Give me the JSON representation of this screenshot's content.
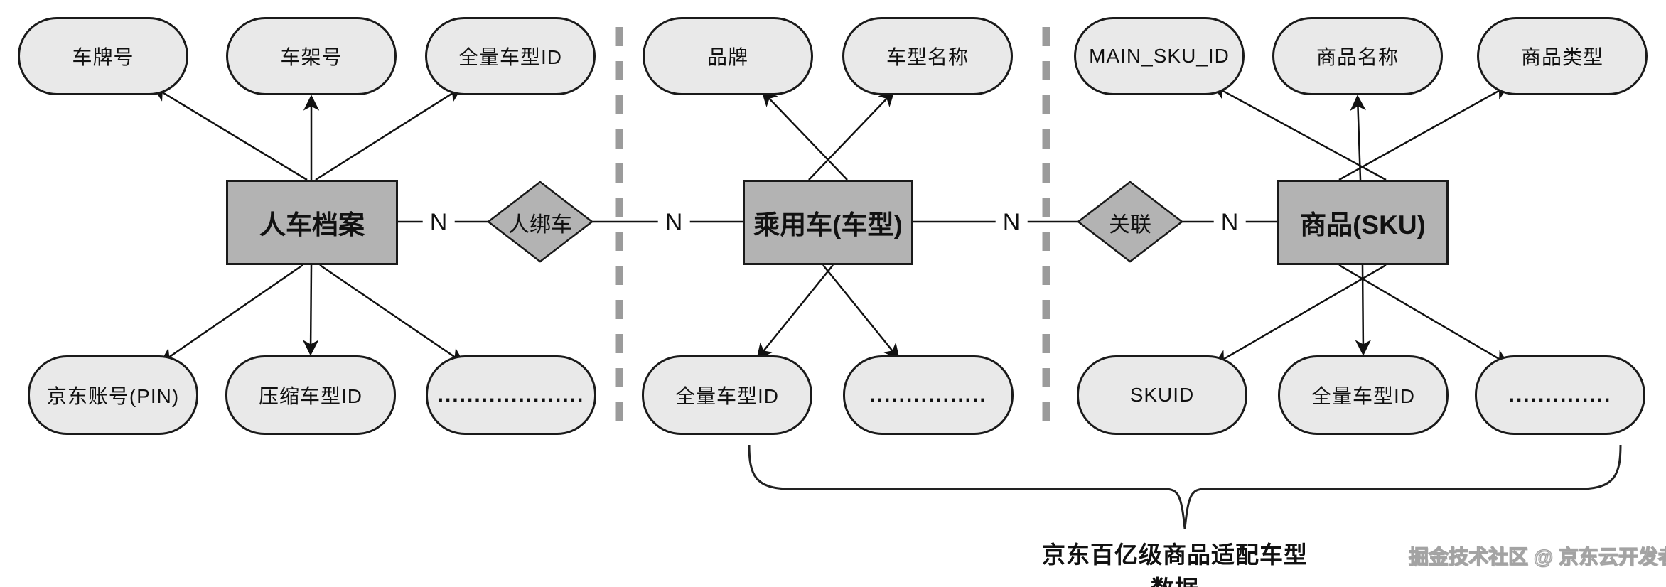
{
  "diagram": {
    "groups": [
      {
        "entity": "人车档案",
        "top_attributes": [
          "车牌号",
          "车架号",
          "全量车型ID"
        ],
        "bottom_attributes": [
          "京东账号(PIN)",
          "压缩车型ID",
          "...................."
        ]
      },
      {
        "entity": "乘用车(车型)",
        "top_attributes": [
          "品牌",
          "车型名称"
        ],
        "bottom_attributes": [
          "全量车型ID",
          "................"
        ]
      },
      {
        "entity": "商品(SKU)",
        "top_attributes": [
          "MAIN_SKU_ID",
          "商品名称",
          "商品类型"
        ],
        "bottom_attributes": [
          "SKUID",
          "全量车型ID",
          ".............."
        ]
      }
    ],
    "relationships": [
      {
        "label": "人绑车",
        "left_cardinality": "N",
        "right_cardinality": "N"
      },
      {
        "label": "关联",
        "left_cardinality": "N",
        "right_cardinality": "N"
      }
    ],
    "annotation": {
      "brace_caption": "京东百亿级商品适配车型数据"
    },
    "watermark": "掘金技术社区 @ 京东云开发者",
    "colors": {
      "entity_fill": "#b3b3b3",
      "attribute_fill": "#e9e9e9",
      "stroke": "#111111",
      "separator": "#9b9b9b"
    }
  }
}
